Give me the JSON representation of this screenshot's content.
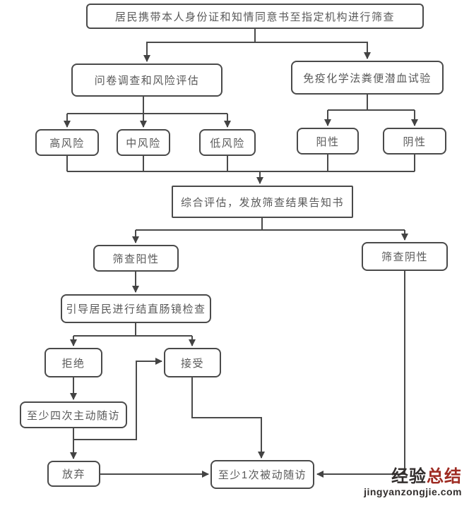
{
  "flowchart": {
    "nodes": {
      "start": "居民携带本人身份证和知情同意书至指定机构进行筛查",
      "questionnaire": "问卷调查和风险评估",
      "fit_test": "免疫化学法粪便潜血试验",
      "high_risk": "高风险",
      "medium_risk": "中风险",
      "low_risk": "低风险",
      "positive": "阳性",
      "negative": "阴性",
      "assessment": "综合评估，发放筛查结果告知书",
      "screen_positive": "筛查阳性",
      "screen_negative": "筛查阴性",
      "colonoscopy": "引导居民进行结直肠镜检查",
      "refuse": "拒绝",
      "accept": "接受",
      "active_followup": "至少四次主动随访",
      "give_up": "放弃",
      "passive_followup": "至少1次被动随访"
    },
    "line_color": "#4a4a4a",
    "text_color": "#595959"
  },
  "watermark": {
    "brand_part1": "经验",
    "brand_part2": "总结",
    "domain": "jingyanzongjie.com",
    "color_dark": "#322e2d",
    "color_red": "#9e2b22"
  }
}
